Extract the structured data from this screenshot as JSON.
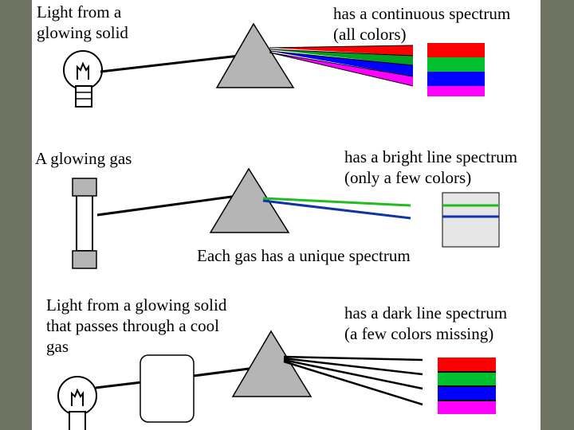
{
  "sections": [
    {
      "source_label": [
        "Light from a",
        "glowing solid"
      ],
      "result_label": [
        "has a continuous spectrum",
        "(all colors)"
      ]
    },
    {
      "source_label": [
        "A glowing gas"
      ],
      "result_label": [
        "has a bright line spectrum",
        "(only a few colors)"
      ],
      "note": "Each gas has a unique spectrum"
    },
    {
      "source_label": [
        "Light from a glowing solid",
        "that passes through a cool",
        "gas"
      ],
      "result_label": [
        "has a dark line spectrum",
        "(a few colors missing)"
      ]
    }
  ],
  "colors": {
    "red": "#ff0000",
    "green": "#00a020",
    "blue": "#0000ff",
    "magenta": "#ff00ff",
    "prism": "#b5b5b5",
    "gas_fill": "#e6e6e6",
    "bright_green": "#22bb22",
    "bright_blue": "#1133aa"
  },
  "icons": [
    "light-bulb-icon",
    "gas-tube-icon",
    "prism-icon",
    "gas-cloud-icon"
  ]
}
